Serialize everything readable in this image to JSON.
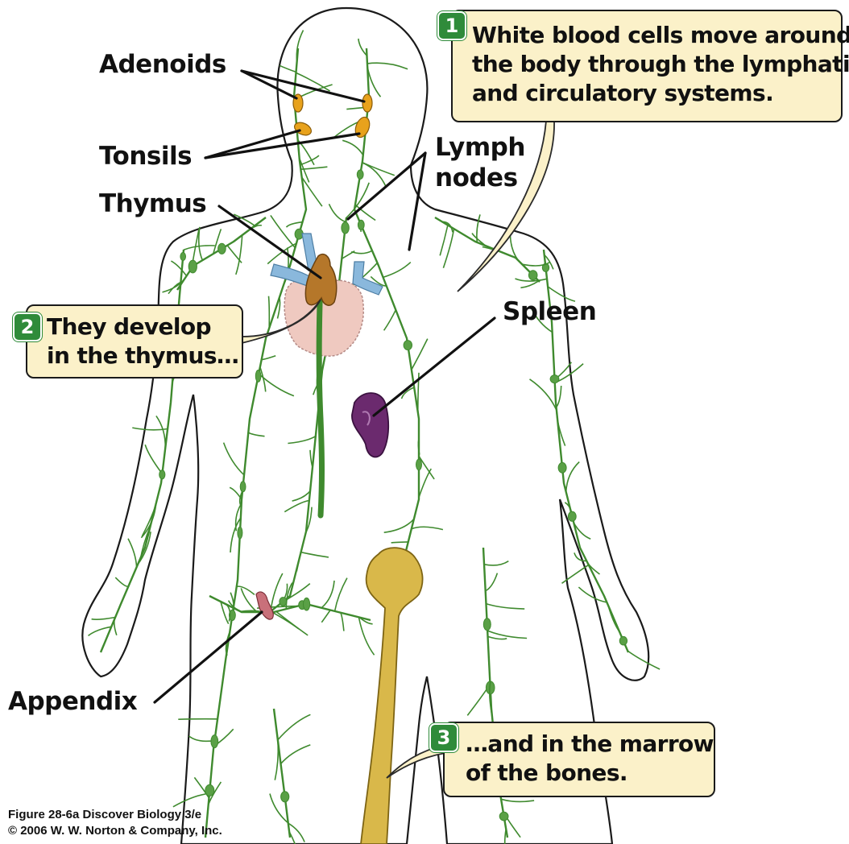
{
  "labels": {
    "adenoids": "Adenoids",
    "tonsils": "Tonsils",
    "thymus": "Thymus",
    "lymph_nodes_line1": "Lymph",
    "lymph_nodes_line2": "nodes",
    "spleen": "Spleen",
    "appendix": "Appendix"
  },
  "callouts": [
    {
      "number": "1",
      "lines": [
        "White blood cells move around",
        "the body through the lymphatic",
        "and circulatory systems."
      ]
    },
    {
      "number": "2",
      "lines": [
        "They develop",
        "in the thymus…"
      ]
    },
    {
      "number": "3",
      "lines": [
        "…and in the marrow",
        "of the bones."
      ]
    }
  ],
  "credit": {
    "line1": "Figure 28-6a  Discover Biology 3/e",
    "line2": "© 2006 W. W. Norton & Company, Inc."
  },
  "colors": {
    "lymph_vessel": "#3f8a2e",
    "node": "#5aa046",
    "callout_fill": "#fbf1c9",
    "badge": "#2f8b3a",
    "thymus": "#b5772a",
    "spleen": "#6b2a6e",
    "bone": "#d9b84a",
    "heart": "#efc9c0",
    "vessel_blue": "#8ab8dc",
    "adenoid_tonsil": "#e8a21c",
    "appendix": "#c9707a"
  }
}
